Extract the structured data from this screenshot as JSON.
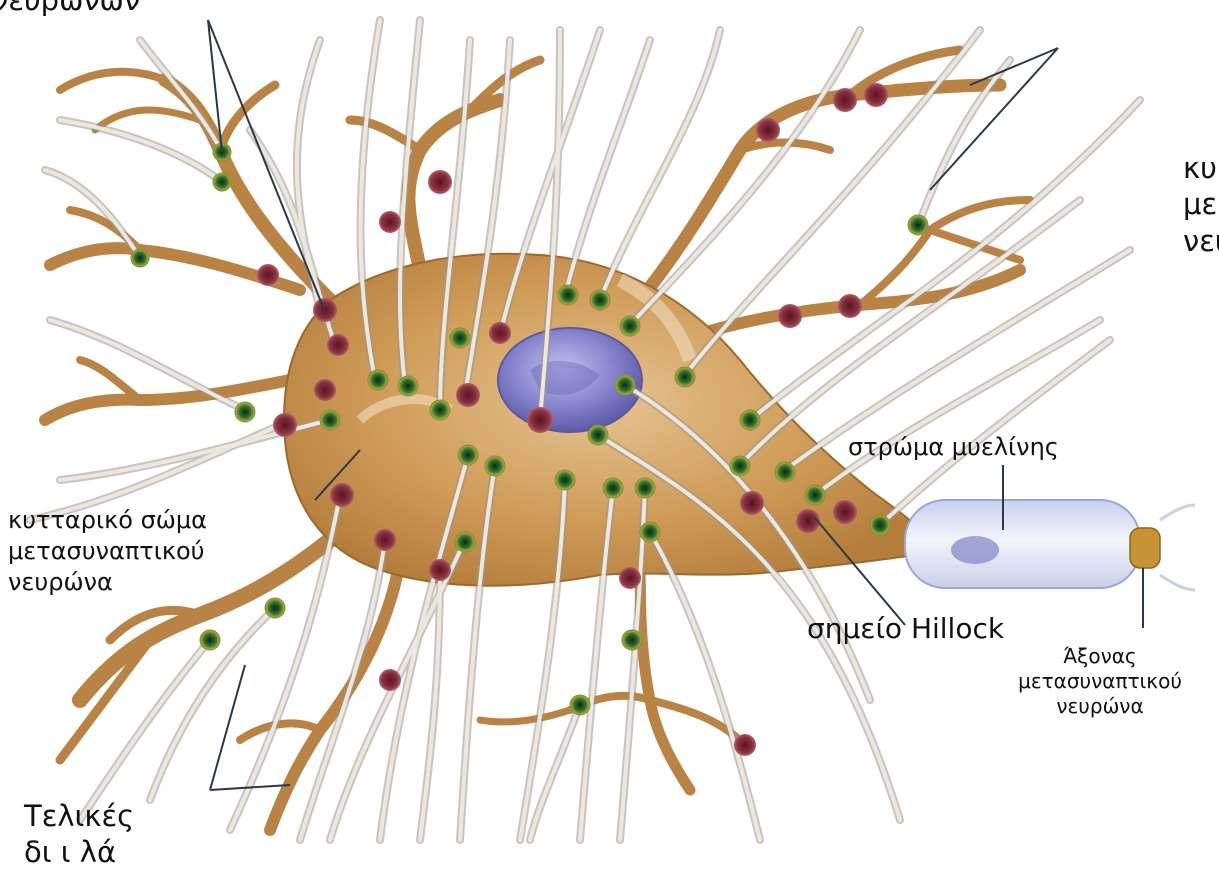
{
  "labels": {
    "top_left_partial": "νευρώνων",
    "top_right_partial": [
      "κυ",
      "με",
      "νευ"
    ],
    "cell_body": [
      "κυτταρικό σώμα",
      "μετασυναπτικού",
      "νευρώνα"
    ],
    "myelin": "στρώμα μυελίνης",
    "hillock": "σημείο Hillock",
    "axon": [
      "Άξονας",
      "μετασυναπτικού",
      "νευρώνα"
    ],
    "terminal_partial": [
      "Τελικές",
      "δι ι λά"
    ]
  },
  "colors": {
    "background": "#ffffff",
    "cell_body": "#c8944a",
    "dendrite": "#b98346",
    "nucleus": "#7b78c4",
    "incoming_fiber": "#d9d4ca",
    "bouton_green": "#2f6b2a",
    "bouton_red": "#7d2a35",
    "myelin": "#dfe5f7",
    "pointer_line": "#2a3a44"
  }
}
